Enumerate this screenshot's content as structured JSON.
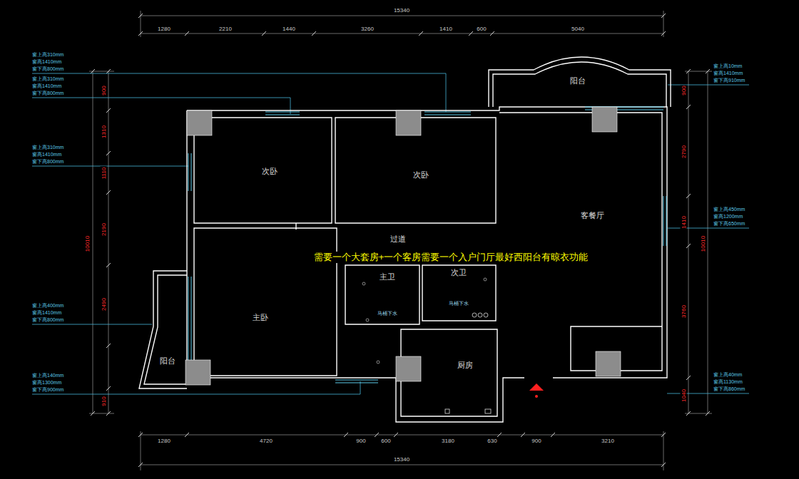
{
  "diagram": {
    "nodes": [
      {
        "text": [
          "阳台"
        ]
      },
      {
        "text": [
          "次卧"
        ]
      },
      {
        "text": [
          "次卧"
        ]
      },
      {
        "text": [
          "客餐厅"
        ]
      },
      {
        "text": [
          "过道"
        ]
      },
      {
        "text": [
          "主卫",
          "马桶下水"
        ]
      },
      {
        "text": [
          "次卫",
          "马桶下水"
        ]
      },
      {
        "text": [
          "主卧"
        ]
      },
      {
        "text": [
          "阳台"
        ]
      },
      {
        "text": [
          "厨房"
        ]
      }
    ],
    "labels": [
      "15340",
      "1280",
      "2210",
      "1440",
      "3260",
      "1410",
      "600",
      "5040",
      "1280",
      "4720",
      "900",
      "600",
      "3180",
      "630",
      "900",
      "3210",
      "15340",
      "900",
      "1310",
      "1110",
      "2190",
      "2490",
      "910",
      "10010",
      "900",
      "2790",
      "1410",
      "3760",
      "1040",
      "10010",
      "窗上高310mm",
      "窗高1410mm",
      "窗下高800mm",
      "窗上高310mm",
      "窗高1410mm",
      "窗下高800mm",
      "窗上高310mm",
      "窗高1410mm",
      "窗下高800mm",
      "窗上高400mm",
      "窗高1410mm",
      "窗下高800mm",
      "窗上高140mm",
      "窗高1300mm",
      "窗下高900mm",
      "窗上高10mm",
      "窗高1410mm",
      "窗下高910mm",
      "窗上高450mm",
      "窗高1200mm",
      "窗下高650mm",
      "窗上高40mm",
      "窗高1130mm",
      "窗下高860mm",
      "需要一个大套房+一个客房需要一个入户门厅最好西阳台有晾衣功能"
    ]
  }
}
